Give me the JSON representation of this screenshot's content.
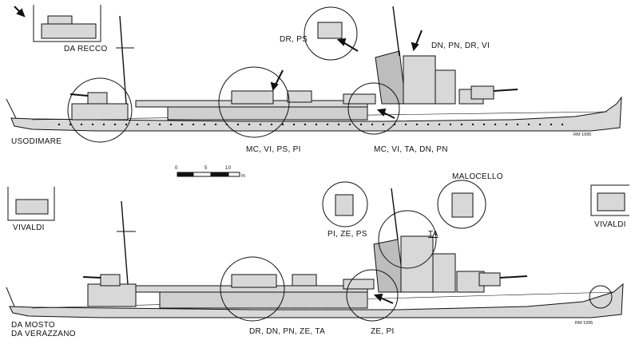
{
  "top_drawing": {
    "ship_name": "USODIMARE",
    "signature": "RM 1995",
    "callouts": {
      "inset_left": "DA RECCO",
      "circle_bridge_aft": "DR, PS",
      "circle_bridge_fwd": "DN, PN, DR, VI",
      "midship": "MC, VI, PS, PI",
      "aft_mount": "MC, VI, TA, DN, PN"
    }
  },
  "bottom_drawing": {
    "ship_names": [
      "DA MOSTO",
      "DA VERAZZANO"
    ],
    "signature": "RM 1995",
    "callouts": {
      "inset_left": "VIVALDI",
      "inset_right": "VIVALDI",
      "circle_a": "PI, ZE, PS",
      "circle_a_extra": "TA",
      "circle_b": "MALOCELLO",
      "midship": "DR, DN, PN, ZE, TA",
      "aft_mount": "ZE, PI"
    }
  },
  "scale_bar": {
    "ticks": [
      "0",
      "5",
      "10"
    ],
    "unit": "m"
  },
  "colors": {
    "hull": "#d8d8d8",
    "ink": "#111111",
    "paper": "#ffffff"
  }
}
